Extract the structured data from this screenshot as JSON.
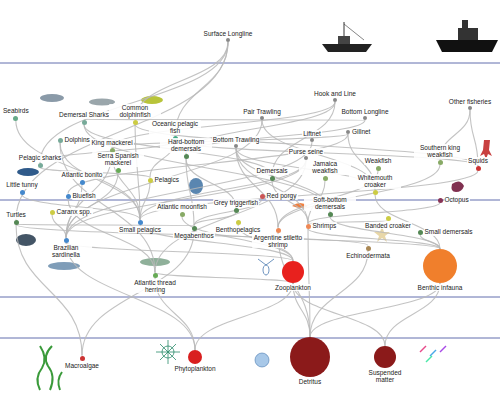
{
  "diagram": {
    "nodes": [
      {
        "text": [
          "Surface Longline"
        ]
      },
      {
        "text": [
          "Hook and Line"
        ]
      },
      {
        "text": [
          "Other fisheries"
        ]
      },
      {
        "text": [
          "Pair Trawling"
        ]
      },
      {
        "text": [
          "Bottom Longline"
        ]
      },
      {
        "text": [
          "Gillnet"
        ]
      },
      {
        "text": [
          "Liftnet"
        ]
      },
      {
        "text": [
          "Bottom Trawling"
        ]
      },
      {
        "text": [
          "Purse seine"
        ]
      },
      {
        "text": [
          "Seabirds"
        ]
      },
      {
        "text": [
          "Demersal Sharks"
        ]
      },
      {
        "text": [
          "Common dolphinfish"
        ]
      },
      {
        "text": [
          "Dolphins"
        ]
      },
      {
        "text": [
          "Oceanic pelagic fish"
        ]
      },
      {
        "text": [
          "Hard-bottom demersals"
        ]
      },
      {
        "text": [
          "King mackerel"
        ]
      },
      {
        "text": [
          "Pelagic sharks"
        ]
      },
      {
        "text": [
          "Serra Spanish mackerel"
        ]
      },
      {
        "text": [
          "Pelagics"
        ]
      },
      {
        "text": [
          "Atlantic bonito"
        ]
      },
      {
        "text": [
          "Bluefish"
        ]
      },
      {
        "text": [
          "Little tunny"
        ]
      },
      {
        "text": [
          "Caranx spp."
        ]
      },
      {
        "text": [
          "Turtles"
        ]
      },
      {
        "text": [
          "Brazilian sardinella"
        ]
      },
      {
        "text": [
          "Atlantic moonfish"
        ]
      },
      {
        "text": [
          "Grey triggerfish"
        ]
      },
      {
        "text": [
          "Demersals"
        ]
      },
      {
        "text": [
          "Red porgy"
        ]
      },
      {
        "text": [
          "Jamaica weakfish"
        ]
      },
      {
        "text": [
          "Weakfish"
        ]
      },
      {
        "text": [
          "Whitemouth croaker"
        ]
      },
      {
        "text": [
          "Soft-bottom demersals"
        ]
      },
      {
        "text": [
          "Banded croaker"
        ]
      },
      {
        "text": [
          "Southern king weakfish"
        ]
      },
      {
        "text": [
          "Octopus"
        ]
      },
      {
        "text": [
          "Small demersals"
        ]
      },
      {
        "text": [
          "Squids"
        ]
      },
      {
        "text": [
          "Small pelagics"
        ]
      },
      {
        "text": [
          "Megabenthos"
        ]
      },
      {
        "text": [
          "Benthopelagics"
        ]
      },
      {
        "text": [
          "Argentine stiletto shrimp"
        ]
      },
      {
        "text": [
          "Shrimps"
        ]
      },
      {
        "text": [
          "Echinodermata"
        ]
      },
      {
        "text": [
          "Atlantic thread herring"
        ]
      },
      {
        "text": [
          "Zooplankton"
        ]
      },
      {
        "text": [
          "Benthic infauna"
        ]
      },
      {
        "text": [
          "Macroalgae"
        ]
      },
      {
        "text": [
          "Phytoplankton"
        ]
      },
      {
        "text": [
          "Detritus"
        ]
      },
      {
        "text": [
          "Suspended matter"
        ]
      }
    ],
    "edges": [
      {
        "from": 0,
        "to": 16,
        "arrow": "none"
      },
      {
        "from": 0,
        "to": 13,
        "arrow": "none"
      },
      {
        "from": 0,
        "to": 11,
        "arrow": "none"
      },
      {
        "from": 0,
        "to": 23,
        "arrow": "none"
      },
      {
        "from": 1,
        "to": 14,
        "arrow": "none"
      },
      {
        "from": 1,
        "to": 15,
        "arrow": "none"
      },
      {
        "from": 1,
        "to": 27,
        "arrow": "none"
      },
      {
        "from": 2,
        "to": 37,
        "arrow": "none"
      },
      {
        "from": 2,
        "to": 34,
        "arrow": "none"
      },
      {
        "from": 3,
        "to": 24,
        "arrow": "none"
      },
      {
        "from": 3,
        "to": 31,
        "arrow": "none"
      },
      {
        "from": 4,
        "to": 10,
        "arrow": "none"
      },
      {
        "from": 4,
        "to": 14,
        "arrow": "none"
      },
      {
        "from": 5,
        "to": 15,
        "arrow": "none"
      },
      {
        "from": 5,
        "to": 20,
        "arrow": "none"
      },
      {
        "from": 5,
        "to": 31,
        "arrow": "none"
      },
      {
        "from": 6,
        "to": 24,
        "arrow": "none"
      },
      {
        "from": 7,
        "to": 42,
        "arrow": "none"
      },
      {
        "from": 7,
        "to": 41,
        "arrow": "none"
      },
      {
        "from": 7,
        "to": 32,
        "arrow": "none"
      },
      {
        "from": 7,
        "to": 31,
        "arrow": "none"
      },
      {
        "from": 8,
        "to": 24,
        "arrow": "none"
      },
      {
        "from": 8,
        "to": 38,
        "arrow": "none"
      },
      {
        "from": 8,
        "to": 44,
        "arrow": "none"
      },
      {
        "from": 9,
        "to": 38,
        "arrow": "none"
      },
      {
        "from": 10,
        "to": 27,
        "arrow": "none"
      },
      {
        "from": 10,
        "to": 32,
        "arrow": "none"
      },
      {
        "from": 11,
        "to": 38,
        "arrow": "none"
      },
      {
        "from": 11,
        "to": 37,
        "arrow": "none"
      },
      {
        "from": 12,
        "to": 38,
        "arrow": "none"
      },
      {
        "from": 12,
        "to": 44,
        "arrow": "none"
      },
      {
        "from": 13,
        "to": 18,
        "arrow": "none"
      },
      {
        "from": 13,
        "to": 37,
        "arrow": "none"
      },
      {
        "from": 14,
        "to": 26,
        "arrow": "none"
      },
      {
        "from": 14,
        "to": 39,
        "arrow": "none"
      },
      {
        "from": 15,
        "to": 24,
        "arrow": "none"
      },
      {
        "from": 15,
        "to": 38,
        "arrow": "none"
      },
      {
        "from": 16,
        "to": 18,
        "arrow": "none"
      },
      {
        "from": 16,
        "to": 13,
        "arrow": "none"
      },
      {
        "from": 17,
        "to": 24,
        "arrow": "none"
      },
      {
        "from": 18,
        "to": 38,
        "arrow": "none"
      },
      {
        "from": 19,
        "to": 24,
        "arrow": "none"
      },
      {
        "from": 20,
        "to": 44,
        "arrow": "none"
      },
      {
        "from": 21,
        "to": 38,
        "arrow": "none"
      },
      {
        "from": 22,
        "to": 24,
        "arrow": "none"
      },
      {
        "from": 23,
        "to": 39,
        "arrow": "none"
      },
      {
        "from": 23,
        "to": 43,
        "arrow": "none"
      },
      {
        "from": 23,
        "to": 47,
        "arrow": "none"
      },
      {
        "from": 24,
        "to": 45,
        "arrow": "none"
      },
      {
        "from": 24,
        "to": 48,
        "arrow": "none"
      },
      {
        "from": 25,
        "to": 45,
        "arrow": "none"
      },
      {
        "from": 26,
        "to": 39,
        "arrow": "none"
      },
      {
        "from": 27,
        "to": 42,
        "arrow": "none"
      },
      {
        "from": 28,
        "to": 39,
        "arrow": "none"
      },
      {
        "from": 29,
        "to": 42,
        "arrow": "none"
      },
      {
        "from": 30,
        "to": 41,
        "arrow": "none"
      },
      {
        "from": 31,
        "to": 46,
        "arrow": "none"
      },
      {
        "from": 32,
        "to": 46,
        "arrow": "none"
      },
      {
        "from": 33,
        "to": 42,
        "arrow": "none"
      },
      {
        "from": 34,
        "to": 41,
        "arrow": "none"
      },
      {
        "from": 35,
        "to": 42,
        "arrow": "none"
      },
      {
        "from": 36,
        "to": 46,
        "arrow": "none"
      },
      {
        "from": 37,
        "to": 38,
        "arrow": "none"
      },
      {
        "from": 38,
        "to": 45,
        "arrow": "none"
      },
      {
        "from": 39,
        "to": 46,
        "arrow": "none"
      },
      {
        "from": 39,
        "to": 47,
        "arrow": "none"
      },
      {
        "from": 40,
        "to": 45,
        "arrow": "none"
      },
      {
        "from": 41,
        "to": 49,
        "arrow": "none"
      },
      {
        "from": 42,
        "to": 46,
        "arrow": "none"
      },
      {
        "from": 42,
        "to": 49,
        "arrow": "none"
      },
      {
        "from": 43,
        "to": 49,
        "arrow": "none"
      },
      {
        "from": 44,
        "to": 45,
        "arrow": "none"
      },
      {
        "from": 44,
        "to": 48,
        "arrow": "none"
      },
      {
        "from": 45,
        "to": 48,
        "arrow": "none"
      },
      {
        "from": 45,
        "to": 49,
        "arrow": "none"
      },
      {
        "from": 45,
        "to": 50,
        "arrow": "none"
      },
      {
        "from": 46,
        "to": 49,
        "arrow": "none"
      },
      {
        "from": 46,
        "to": 50,
        "arrow": "none"
      }
    ]
  }
}
